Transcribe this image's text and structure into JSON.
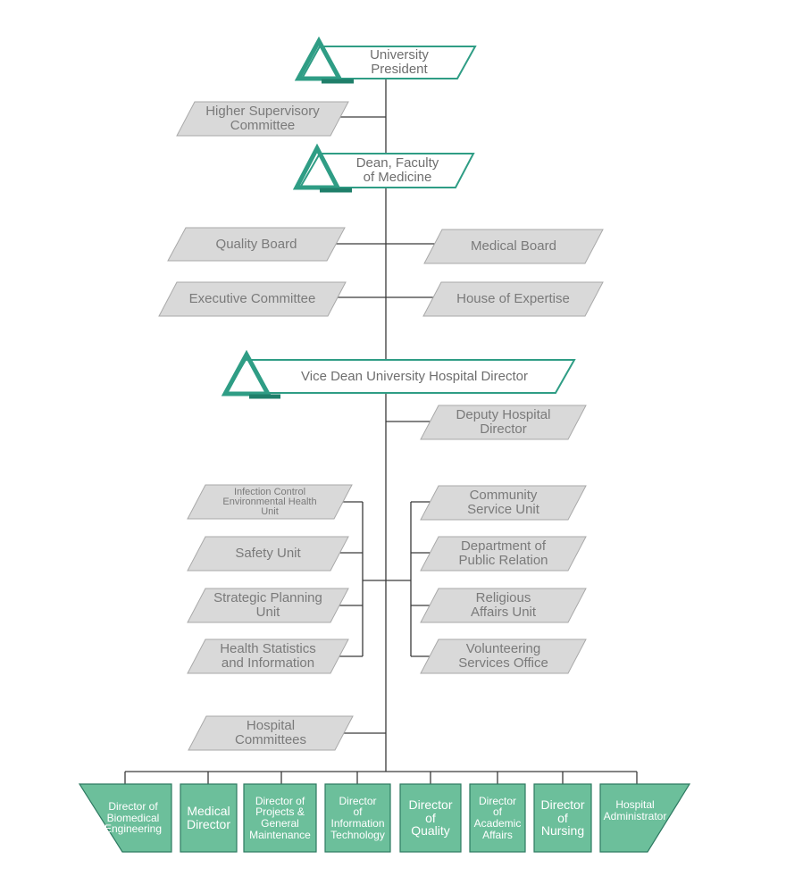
{
  "colors": {
    "teal": "#2f9d85",
    "teal_dark": "#1f7f6a",
    "teal_fill": "#6cbf9b",
    "grey_fill": "#d9d9d9",
    "grey_stroke": "#a9a9a9",
    "line": "#3a3a3a"
  },
  "nodes": {
    "president": "University\nPresident",
    "supervisory": "Higher Supervisory\nCommittee",
    "dean": "Dean, Faculty\nof Medicine",
    "quality_board": "Quality Board",
    "medical_board": "Medical Board",
    "executive": "Executive Committee",
    "expertise": "House of Expertise",
    "vice_dean": "Vice Dean University Hospital Director",
    "deputy": "Deputy Hospital\nDirector",
    "infection": "Infection Control\nEnvironmental Health\nUnit",
    "safety": "Safety Unit",
    "strategic": "Strategic Planning\nUnit",
    "health_stats": "Health Statistics\nand Information",
    "community": "Community\nService Unit",
    "public_relation": "Department of\nPublic Relation",
    "religious": "Religious\nAffairs Unit",
    "volunteering": "Volunteering\nServices Office",
    "committees": "Hospital\nCommittees"
  },
  "directors": [
    "Director of\nBiomedical\nEngineering",
    "Medical\nDirector",
    "Director of\nProjects &\nGeneral\nMaintenance",
    "Director\nof\nInformation\nTechnology",
    "Director\nof\nQuality",
    "Director\nof\nAcademic\nAffairs",
    "Director\nof\nNursing",
    "Hospital\nAdministrator"
  ]
}
